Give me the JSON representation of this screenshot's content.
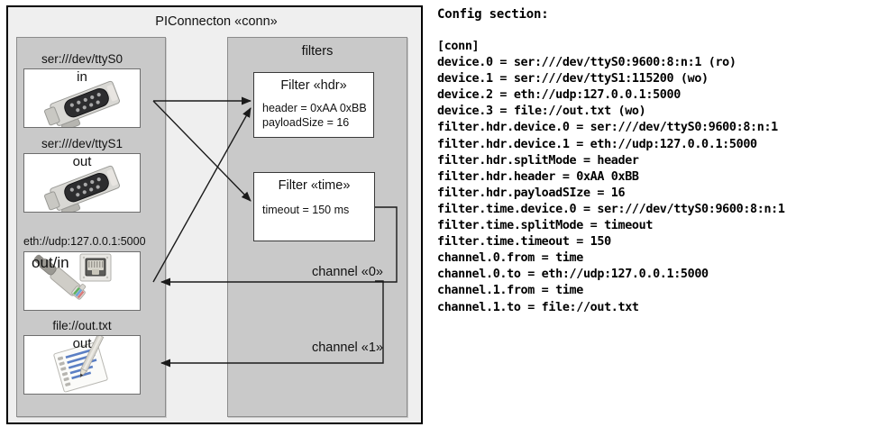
{
  "diagram": {
    "outer": {
      "title": "PIConnecton «conn»"
    },
    "devices_group": {
      "title": ""
    },
    "filters_group": {
      "title": "filters"
    },
    "devices": [
      {
        "id": "ttyS0",
        "label": "ser:///dev/ttyS0",
        "direction": "in",
        "icon": "serial-db9-icon"
      },
      {
        "id": "ttyS1",
        "label": "ser:///dev/ttyS1",
        "direction": "out",
        "icon": "serial-db9-icon"
      },
      {
        "id": "eth",
        "label": "eth://udp:127.0.0.1:5000",
        "direction": "out/in",
        "icon": "ethernet-rj45-icon"
      },
      {
        "id": "file",
        "label": "file://out.txt",
        "direction": "out",
        "icon": "file-notepad-icon"
      }
    ],
    "filters": [
      {
        "id": "hdr",
        "title": "Filter «hdr»",
        "props": [
          "header = 0xAA 0xBB",
          "payloadSize = 16"
        ]
      },
      {
        "id": "time",
        "title": "Filter «time»",
        "props": [
          "timeout = 150 ms"
        ]
      }
    ],
    "channels": [
      {
        "id": "0",
        "label": "channel «0»"
      },
      {
        "id": "1",
        "label": "channel «1»"
      }
    ]
  },
  "config": {
    "heading": "Config section:",
    "lines": [
      "[conn]",
      "device.0 = ser:///dev/ttyS0:9600:8:n:1 (ro)",
      "device.1 = ser:///dev/ttyS1:115200 (wo)",
      "device.2 = eth://udp:127.0.0.1:5000",
      "device.3 = file://out.txt (wo)",
      "filter.hdr.device.0 = ser:///dev/ttyS0:9600:8:n:1",
      "filter.hdr.device.1 = eth://udp:127.0.0.1:5000",
      "filter.hdr.splitMode = header",
      "filter.hdr.header = 0xAA 0xBB",
      "filter.hdr.payloadSIze = 16",
      "filter.time.device.0 = ser:///dev/ttyS0:9600:8:n:1",
      "filter.time.splitMode = timeout",
      "filter.time.timeout = 150",
      "channel.0.from = time",
      "channel.0.to = eth://udp:127.0.0.1:5000",
      "channel.1.from = time",
      "channel.1.to = file://out.txt"
    ]
  },
  "colors": {
    "page_background": "#ffffff",
    "outer_fill": "#efefef",
    "group_fill": "#c9c9c9",
    "card_fill": "#ffffff",
    "line": "#1a1a1a"
  }
}
